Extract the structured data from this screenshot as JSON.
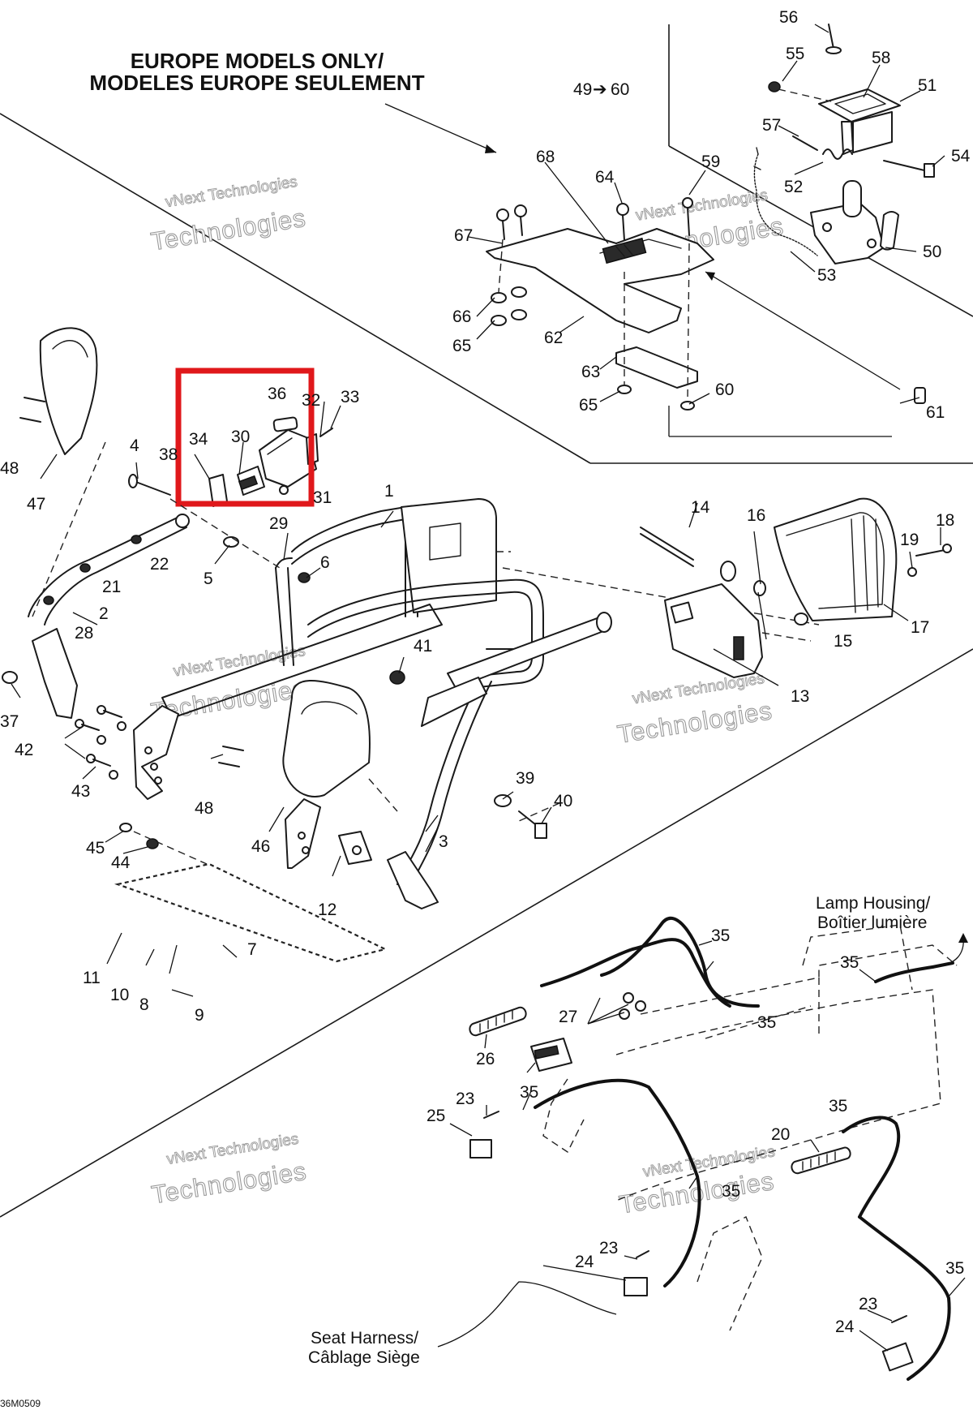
{
  "headings": {
    "europe_line1": "EUROPE MODELS ONLY/",
    "europe_line2": "MODELES EUROPE SEULEMENT",
    "range_label": "49",
    "range_arrow": "➔",
    "range_end": "60"
  },
  "captions": {
    "lamp_housing_line1": "Lamp Housing/",
    "lamp_housing_line2": "Boîtier lumière",
    "seat_harness_line1": "Seat Harness/",
    "seat_harness_line2": "Câblage Siège"
  },
  "drawing_code": "36M0509",
  "watermark": {
    "line1": "vNext Technologies",
    "line2": "Technologies"
  },
  "highlight": {
    "color": "#e0181b",
    "parts": [
      "30",
      "31",
      "32",
      "34",
      "36",
      "38"
    ]
  },
  "callouts": {
    "p1": "1",
    "p2": "2",
    "p3": "3",
    "p4": "4",
    "p5": "5",
    "p6": "6",
    "p7": "7",
    "p8": "8",
    "p9": "9",
    "p10": "10",
    "p11": "11",
    "p12": "12",
    "p13": "13",
    "p14": "14",
    "p15": "15",
    "p16": "16",
    "p17": "17",
    "p18": "18",
    "p19": "19",
    "p20": "20",
    "p21": "21",
    "p22": "22",
    "p23a": "23",
    "p23b": "23",
    "p23c": "23",
    "p24a": "24",
    "p24b": "24",
    "p25": "25",
    "p26": "26",
    "p27": "27",
    "p28": "28",
    "p29": "29",
    "p30": "30",
    "p31": "31",
    "p32": "32",
    "p33": "33",
    "p34": "34",
    "p35a": "35",
    "p35b": "35",
    "p35c": "35",
    "p35d": "35",
    "p35e": "35",
    "p35f": "35",
    "p35g": "35",
    "p36": "36",
    "p37": "37",
    "p38": "38",
    "p39": "39",
    "p40": "40",
    "p41": "41",
    "p42": "42",
    "p43": "43",
    "p44": "44",
    "p45": "45",
    "p46": "46",
    "p47": "47",
    "p48a": "48",
    "p48b": "48",
    "p50": "50",
    "p51": "51",
    "p52": "52",
    "p53": "53",
    "p54": "54",
    "p55": "55",
    "p56": "56",
    "p57": "57",
    "p58": "58",
    "p59": "59",
    "p60a": "60",
    "p61": "61",
    "p62": "62",
    "p63": "63",
    "p64": "64",
    "p65a": "65",
    "p65b": "65",
    "p66": "66",
    "p67": "67",
    "p68": "68"
  }
}
